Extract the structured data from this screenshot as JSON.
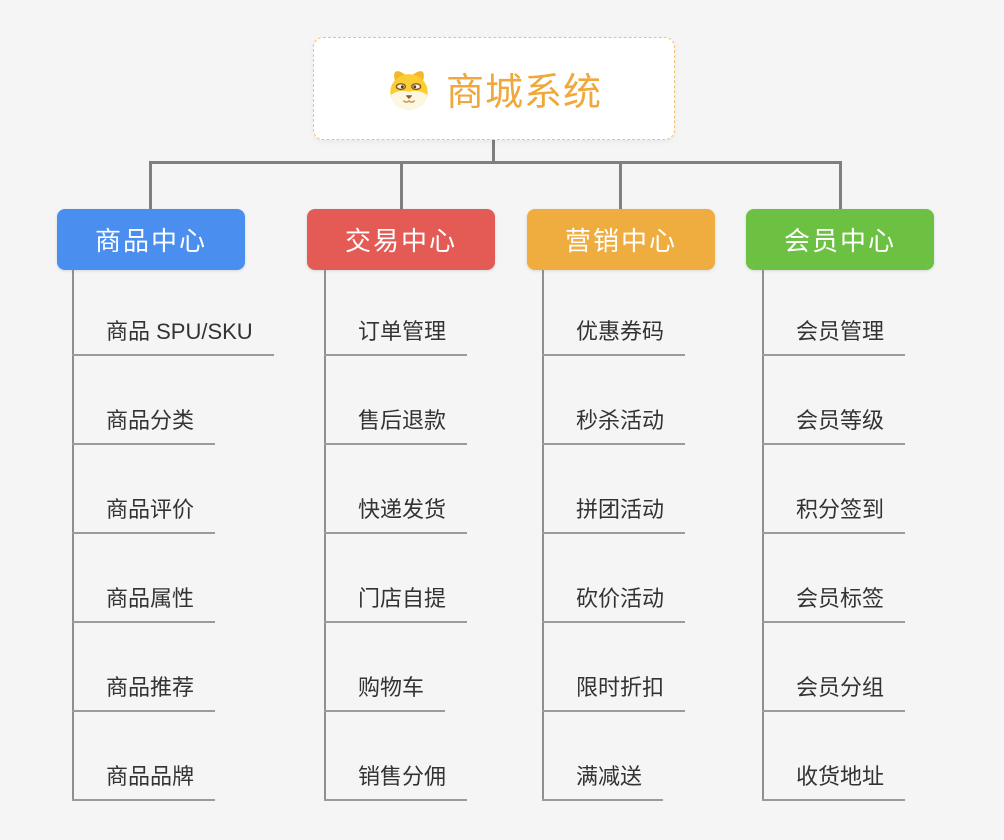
{
  "root": {
    "title": "商城系统",
    "icon": "shiba-dog-icon"
  },
  "branches": [
    {
      "label": "商品中心",
      "color": "#4a8ff0",
      "items": [
        "商品 SPU/SKU",
        "商品分类",
        "商品评价",
        "商品属性",
        "商品推荐",
        "商品品牌"
      ]
    },
    {
      "label": "交易中心",
      "color": "#e45b56",
      "items": [
        "订单管理",
        "售后退款",
        "快递发货",
        "门店自提",
        "购物车",
        "销售分佣"
      ]
    },
    {
      "label": "营销中心",
      "color": "#efad3f",
      "items": [
        "优惠券码",
        "秒杀活动",
        "拼团活动",
        "砍价活动",
        "限时折扣",
        "满减送"
      ]
    },
    {
      "label": "会员中心",
      "color": "#6cc142",
      "items": [
        "会员管理",
        "会员等级",
        "积分签到",
        "会员标签",
        "会员分组",
        "收货地址"
      ]
    }
  ],
  "colors": {
    "background": "#f5f5f5",
    "connector_line": "#7f7f7f",
    "item_underline": "#9b9b9b",
    "root_title": "#f0a83c",
    "root_border": "#f2c270",
    "item_text": "#333333"
  }
}
